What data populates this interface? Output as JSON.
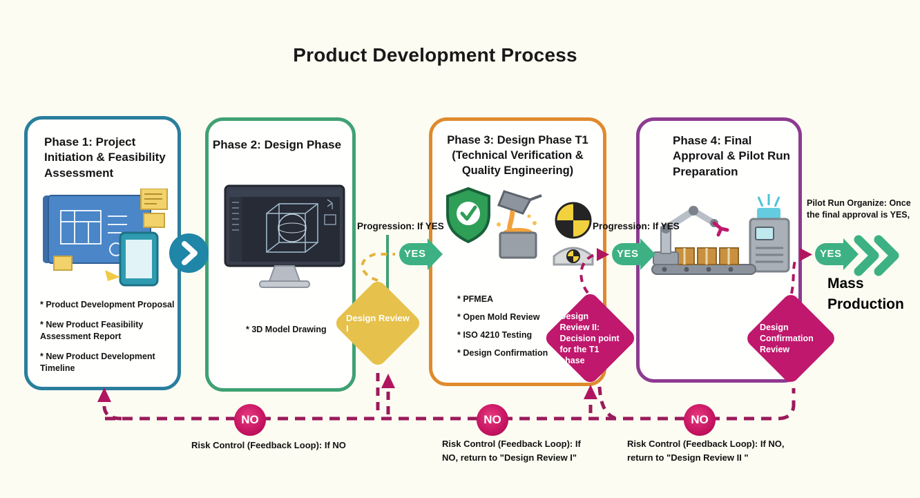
{
  "title": "Product Development Process",
  "phases": [
    {
      "title": "Phase 1: Project Initiation & Feasibility Assessment",
      "bullets": [
        "* Product Development Proposal",
        "* New Product Feasibility Assessment Report",
        "* New Product Development Timeline"
      ]
    },
    {
      "title": "Phase 2: Design Phase",
      "bullets": [
        "* 3D Model Drawing"
      ]
    },
    {
      "title": "Phase 3: Design Phase T1 (Technical Verification & Quality Engineering)",
      "bullets": [
        "* PFMEA",
        "* Open Mold Review",
        "* ISO 4210 Testing",
        "* Design Confirmation"
      ]
    },
    {
      "title": "Phase 4: Final Approval & Pilot Run Preparation",
      "bullets": []
    }
  ],
  "decisions": [
    {
      "label": "Design Review I",
      "color": "#e6c14b"
    },
    {
      "label": "Design Review II: Decision point for the T1 phase",
      "color": "#bf186d"
    },
    {
      "label": "Design Confirmation Review",
      "color": "#bf186d"
    }
  ],
  "labels": {
    "yes": "YES",
    "no": "NO",
    "progression_1": "Progression: If YES",
    "progression_2": "Progression: If YES",
    "pilot_run_note": "Pilot Run Organize: Once the final approval is YES,",
    "mass_production": "Mass Production"
  },
  "feedback_notes": [
    "Risk Control (Feedback Loop): If NO",
    "Risk Control (Feedback Loop): If NO, return to \"Design Review I\"",
    "Risk Control (Feedback Loop): If NO, return to \"Design Review II \""
  ],
  "colors": {
    "phase1_border": "#2a7e9d",
    "phase2_border": "#3fa173",
    "phase3_border": "#df8a2d",
    "phase4_border": "#8d3a91",
    "decision_yellow": "#e6c14b",
    "decision_magenta": "#bf186d",
    "yes_green": "#3db183",
    "no_magenta": "#c4125f",
    "feedback_loop": "#9a1a5b",
    "next_chevron_circle": "#1f86a7",
    "background": "#fcfcf2"
  },
  "icons": {
    "chevron_right": "chevron-right-icon",
    "double_chevron": "double-chevron-icon",
    "blueprint": "blueprint-illustration",
    "cad_monitor": "cad-monitor-illustration",
    "quality_shield": "quality-shield-icon",
    "casting_pour": "casting-pour-icon",
    "crash_test_dummy": "crash-test-dummy-icon",
    "robot_arm": "robot-arm-illustration"
  }
}
